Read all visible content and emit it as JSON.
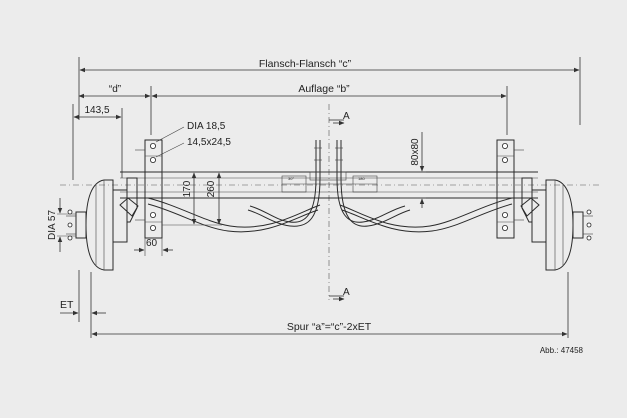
{
  "labels": {
    "flange": "Flansch-Flansch “c”",
    "d": "“d”",
    "support": "Auflage “b”",
    "d143": "143,5",
    "dia185": "DIA 18,5",
    "slot": "14,5x24,5",
    "section_top": "A",
    "section_bottom": "A",
    "sq": "80x80",
    "v170": "170",
    "v260": "260",
    "dia57": "DIA 57",
    "v60": "60",
    "et": "ET",
    "track": "Spur “a”=“c”-2xET",
    "figure_id": "Abb.: 47458"
  },
  "colors": {
    "background": "#ececec",
    "line": "#2a2a2a"
  }
}
